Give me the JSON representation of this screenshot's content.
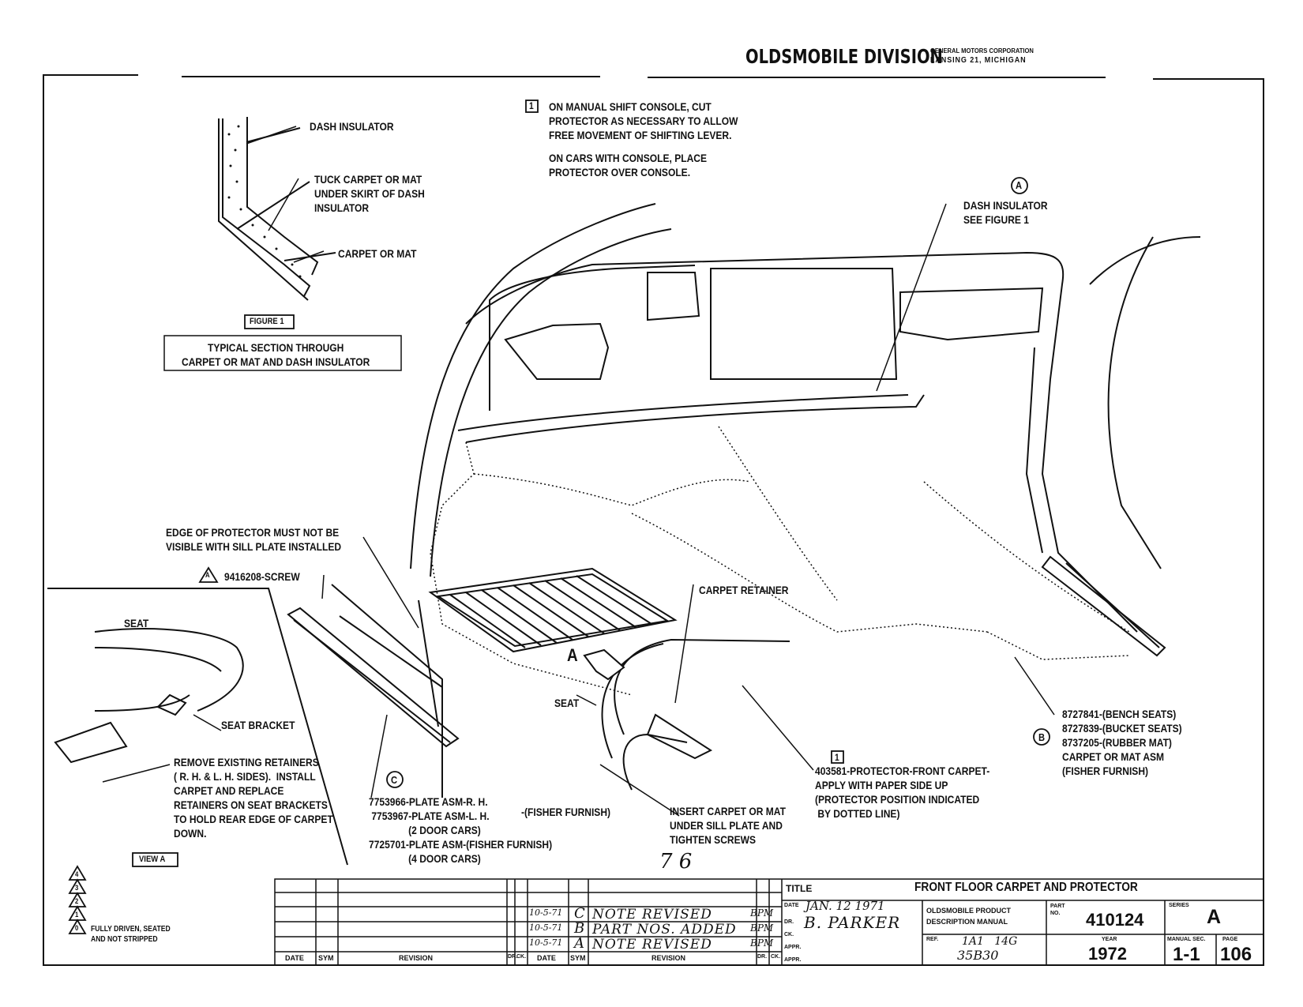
{
  "header": {
    "division": "OLDSMOBILE DIVISION",
    "corp_line1": "GENERAL MOTORS CORPORATION",
    "corp_line2": "LANSING 21, MICHIGAN"
  },
  "notes": {
    "note1_marker": "1",
    "note1_lines": "ON MANUAL SHIFT CONSOLE, CUT\nPROTECTOR AS NECESSARY TO ALLOW\nFREE MOVEMENT OF SHIFTING LEVER.",
    "note1_console": "ON CARS WITH CONSOLE, PLACE\nPROTECTOR OVER CONSOLE."
  },
  "figure1": {
    "label_dash": "DASH INSULATOR",
    "label_tuck": "TUCK CARPET OR MAT\nUNDER SKIRT OF DASH\nINSULATOR",
    "label_carpet": "CARPET OR MAT",
    "tag": "FIGURE 1",
    "caption": "TYPICAL SECTION THROUGH\nCARPET OR MAT AND DASH INSULATOR"
  },
  "callouts": {
    "a_marker": "A",
    "dash_insulator": "DASH INSULATOR\nSEE FIGURE 1",
    "edge_protector": "EDGE OF PROTECTOR MUST NOT BE\nVISIBLE WITH SILL PLATE INSTALLED",
    "screw_marker": "A",
    "screw": "9416208-SCREW",
    "carpet_retainer": "CARPET RETAINER",
    "view_arrow": "A",
    "seat_main": "SEAT",
    "b_marker": "B",
    "part_b": "8727841-(BENCH SEATS)\n8727839-(BUCKET SEATS)\n8737205-(RUBBER MAT)\nCARPET OR MAT ASM\n(FISHER FURNISH)",
    "protector_marker": "1",
    "protector": "403581-PROTECTOR-FRONT CARPET-\nAPPLY WITH PAPER SIDE UP\n(PROTECTOR POSITION INDICATED\n BY DOTTED LINE)",
    "c_marker": "C",
    "plates": "7753966-PLATE ASM-R. H.\n 7753967-PLATE ASM-L. H.\n               (2 DOOR CARS)\n7725701-PLATE ASM-(FISHER FURNISH)\n               (4 DOOR CARS)",
    "plates_fisher": "-(FISHER FURNISH)",
    "insert": "INSERT CARPET OR MAT\nUNDER SILL PLATE AND\nTIGHTEN SCREWS",
    "page_hand": "7 6"
  },
  "view_a": {
    "seat": "SEAT",
    "seat_bracket": "SEAT BRACKET",
    "remove": "REMOVE EXISTING RETAINERS\n( R. H. & L. H. SIDES).  INSTALL\nCARPET AND REPLACE\nRETAINERS ON SEAT BRACKETS\nTO HOLD REAR EDGE OF CARPET\nDOWN.",
    "tag": "VIEW A"
  },
  "legend": {
    "numbers": [
      "4",
      "3",
      "2",
      "1",
      "0"
    ],
    "text": "FULLY DRIVEN, SEATED\nAND NOT STRIPPED"
  },
  "title_block": {
    "col_headers": [
      "DATE",
      "SYM",
      "REVISION",
      "DR.",
      "CK.",
      "DATE",
      "SYM",
      "REVISION",
      "DR.",
      "CK."
    ],
    "revisions": [
      {
        "date": "10-5-71",
        "sym": "C",
        "text": "NOTE REVISED",
        "dr": "BPM"
      },
      {
        "date": "10-5-71",
        "sym": "B",
        "text": "PART NOS. ADDED",
        "dr": "BPM"
      },
      {
        "date": "10-5-71",
        "sym": "A",
        "text": "NOTE REVISED",
        "dr": "BPM"
      }
    ],
    "title_label": "TITLE",
    "title": "FRONT FLOOR CARPET AND PROTECTOR",
    "date_label": "DATE",
    "date": "JAN. 12 1971",
    "dr_label": "DR.",
    "dr": "B. PARKER",
    "ck_label": "CK.",
    "appr_label": "APPR.",
    "appr2_label": "APPR.",
    "manual_line1": "OLDSMOBILE PRODUCT",
    "manual_line2": "DESCRIPTION MANUAL",
    "part_label": "PART\nNO.",
    "part_no": "410124",
    "series_label": "SERIES",
    "series": "A",
    "ref_label": "REF.",
    "ref_line1": "1A1   14G",
    "ref_line2": "35B30",
    "year_label": "YEAR",
    "year": "1972",
    "manual_sec_label": "MANUAL SEC.",
    "manual_sec": "1-1",
    "page_label": "PAGE",
    "page": "106"
  }
}
